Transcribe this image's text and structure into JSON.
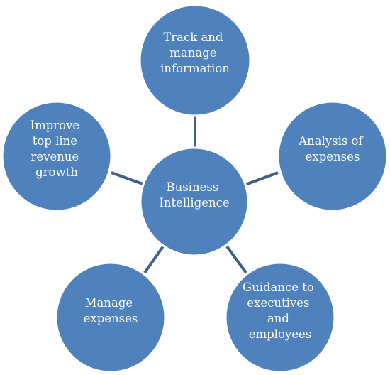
{
  "diagram": {
    "center": {
      "lines": [
        "Business",
        "Intelligence"
      ]
    },
    "nodes": [
      {
        "id": "track",
        "lines": [
          "Track and",
          "manage",
          "information"
        ]
      },
      {
        "id": "analysis",
        "lines": [
          "Analysis of",
          "expenses"
        ]
      },
      {
        "id": "guidance",
        "lines": [
          "Guidance to",
          "executives",
          "and",
          "employees"
        ]
      },
      {
        "id": "manage",
        "lines": [
          "Manage",
          "expenses"
        ]
      },
      {
        "id": "improve",
        "lines": [
          "Improve",
          "top line",
          "revenue",
          "growth"
        ]
      }
    ]
  },
  "colors": {
    "node_fill": "#4f81bd",
    "connector": "#3f6189",
    "text": "#ffffff"
  }
}
